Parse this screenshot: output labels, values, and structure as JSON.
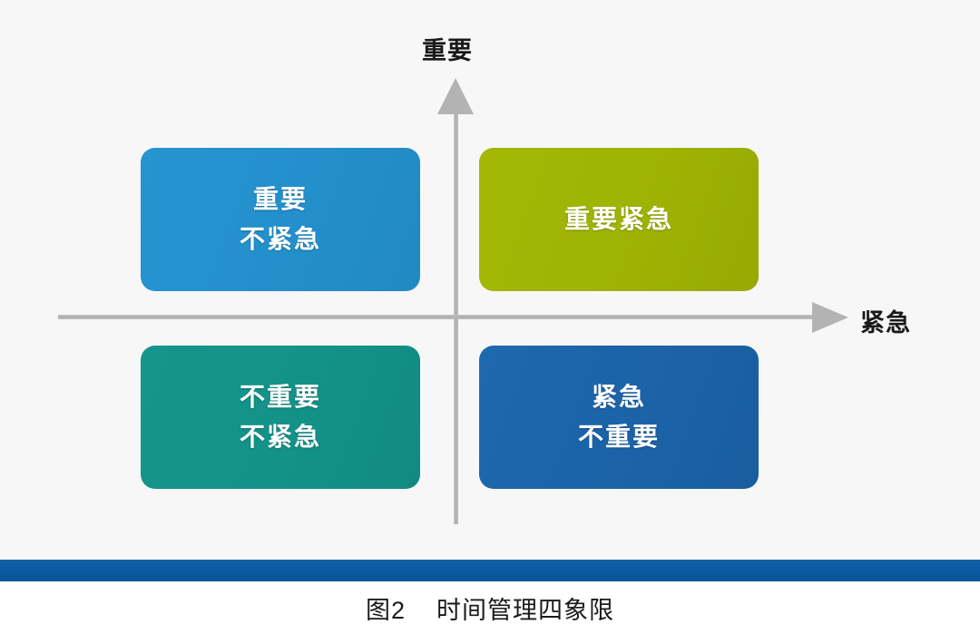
{
  "diagram": {
    "type": "matrix-2x2",
    "axes": {
      "y_label": "重要",
      "x_label": "紧急",
      "y_arrow_icon": "arrow-up-icon",
      "x_arrow_icon": "arrow-right-icon"
    },
    "quadrants": [
      {
        "id": "important-not-urgent",
        "position": "top-left",
        "lines": [
          "重要",
          "不紧急"
        ],
        "color": "#2392ce"
      },
      {
        "id": "important-urgent",
        "position": "top-right",
        "lines": [
          "重要紧急"
        ],
        "color": "#9fb303"
      },
      {
        "id": "not-important-not-urgent",
        "position": "bottom-left",
        "lines": [
          "不重要",
          "不紧急"
        ],
        "color": "#139289"
      },
      {
        "id": "urgent-not-important",
        "position": "bottom-right",
        "lines": [
          "紧急",
          "不重要"
        ],
        "color": "#1c63a8"
      }
    ]
  },
  "divider": {
    "color": "#0b5ba4"
  },
  "caption": {
    "text": "图2    时间管理四象限"
  },
  "colors": {
    "background": "#f7f7f7",
    "axis": "#b3b3b3",
    "caption_background": "#ffffff",
    "text": "#1a1a1a"
  }
}
